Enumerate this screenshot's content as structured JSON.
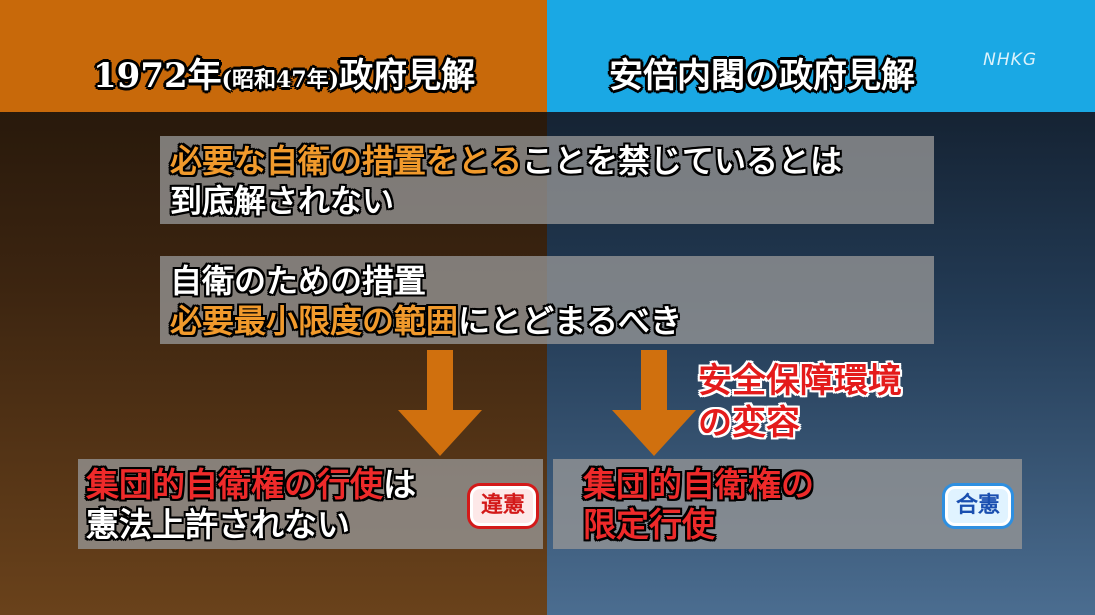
{
  "header": {
    "left_title_pre": "1972年",
    "left_title_small": "(昭和47年)",
    "left_title_post": "政府見解",
    "right_title": "安倍内閣の政府見解",
    "logo": "NHKG"
  },
  "box1": {
    "line1_highlight": "必要な自衛の措置をとる",
    "line1_rest": "ことを禁じているとは",
    "line2": "到底解されない"
  },
  "box2": {
    "line1": "自衛のための措置",
    "line2_highlight": "必要最小限度の範囲",
    "line2_rest": "にとどまるべき"
  },
  "change_label": {
    "line1": "安全保障環境",
    "line2": "の変容"
  },
  "left_result": {
    "line1_highlight": "集団的自衛権の行使",
    "line1_rest": "は",
    "line2": "憲法上許されない",
    "badge": "違憲"
  },
  "right_result": {
    "line1_highlight": "集団的自衛権の",
    "line2": "限定行使",
    "badge": "合憲"
  },
  "colors": {
    "left_header": "#c8690a",
    "right_header": "#1aa8e4",
    "highlight_orange": "#f19a2c",
    "highlight_red": "#ee2a2a",
    "arrow": "#d0700e"
  }
}
